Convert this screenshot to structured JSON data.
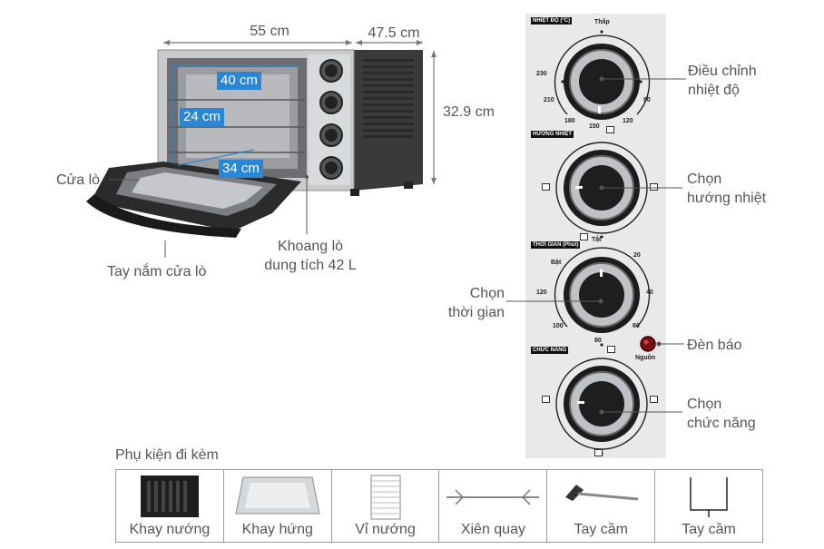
{
  "dimensions": {
    "width": "55 cm",
    "depth": "47.5 cm",
    "height": "32.9 cm",
    "inner_width": "40 cm",
    "inner_height": "24 cm",
    "inner_depth": "34 cm"
  },
  "callouts": {
    "door": "Cửa lò",
    "handle": "Tay nắm cửa lò",
    "cavity_line1": "Khoang lò",
    "cavity_line2": "dung tích 42 L",
    "temp_line1": "Điều chỉnh",
    "temp_line2": "nhiệt độ",
    "heat_line1": "Chọn",
    "heat_line2": "hướng nhiệt",
    "time_line1": "Chọn",
    "time_line2": "thời gian",
    "lamp": "Đèn báo",
    "func_line1": "Chọn",
    "func_line2": "chức năng"
  },
  "panel": {
    "temp_title": "NHIỆT ĐỘ (°C)",
    "temp_ticks": {
      "low": "Thấp",
      "t230": "230",
      "t210": "210",
      "t180": "180",
      "t150": "150",
      "t120": "120",
      "t90": "90"
    },
    "heat_title": "HƯỚNG NHIỆT",
    "time_title": "THỜI GIAN (Phút)",
    "time_ticks": {
      "off": "Tắt",
      "on": "Bật",
      "t20": "20",
      "t40": "40",
      "t60": "60",
      "t80": "80",
      "t100": "100",
      "t120": "120"
    },
    "power": "Nguồn",
    "func_title": "CHỨC NĂNG"
  },
  "accessories": {
    "title": "Phụ kiện đi kèm",
    "items": [
      {
        "name": "Khay nướng",
        "icon": "baking-tray-icon"
      },
      {
        "name": "Khay hứng",
        "icon": "drip-tray-icon"
      },
      {
        "name": "Vỉ nướng",
        "icon": "grill-rack-icon"
      },
      {
        "name": "Xiên quay",
        "icon": "rotisserie-spit-icon"
      },
      {
        "name": "Tay cầm",
        "icon": "tray-handle-icon"
      },
      {
        "name": "Tay cầm",
        "icon": "rotisserie-handle-icon"
      }
    ]
  },
  "colors": {
    "accent_blue": "#2a86d6",
    "lamp_red": "#7a1010"
  }
}
